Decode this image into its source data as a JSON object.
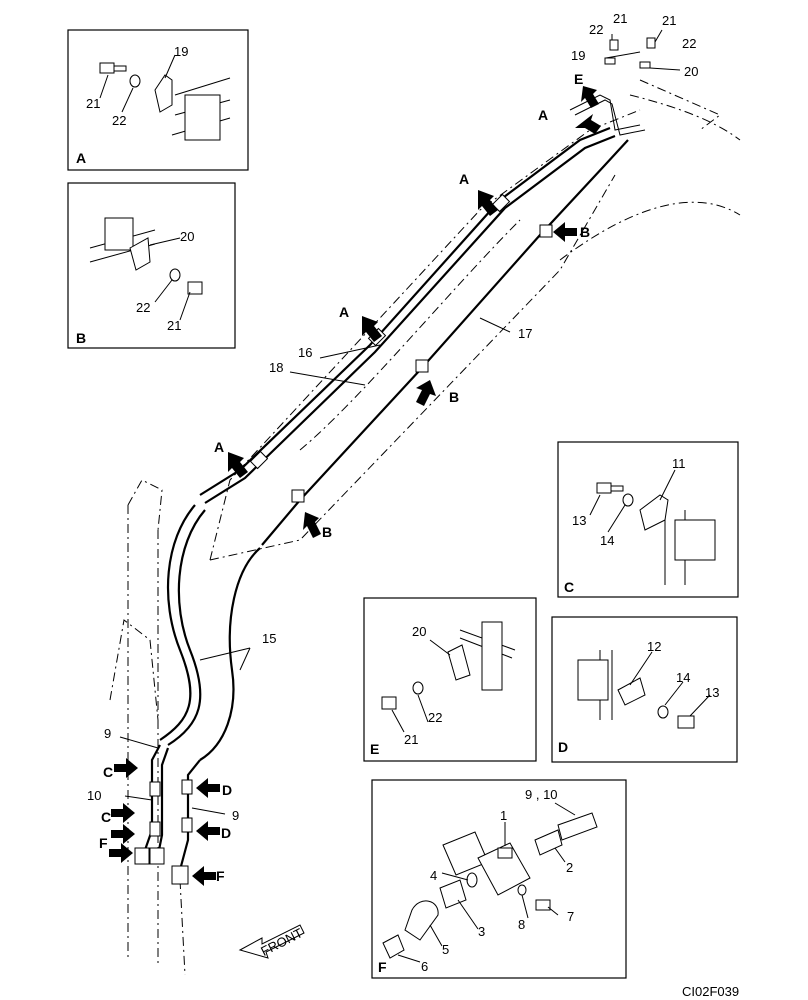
{
  "drawing_id": "CI02F039",
  "front_label": "FRONT",
  "detail_letters": {
    "A": "A",
    "B": "B",
    "C": "C",
    "D": "D",
    "E": "E",
    "F": "F"
  },
  "part_numbers": {
    "p1": "1",
    "p2": "2",
    "p3": "3",
    "p4": "4",
    "p5": "5",
    "p6": "6",
    "p7": "7",
    "p8": "8",
    "p9": "9",
    "p9_10": "9 , 10",
    "p10": "10",
    "p11": "11",
    "p12": "12",
    "p13": "13",
    "p14": "14",
    "p15": "15",
    "p16": "16",
    "p17": "17",
    "p18": "18",
    "p19": "19",
    "p20": "20",
    "p21": "21",
    "p22": "22"
  }
}
